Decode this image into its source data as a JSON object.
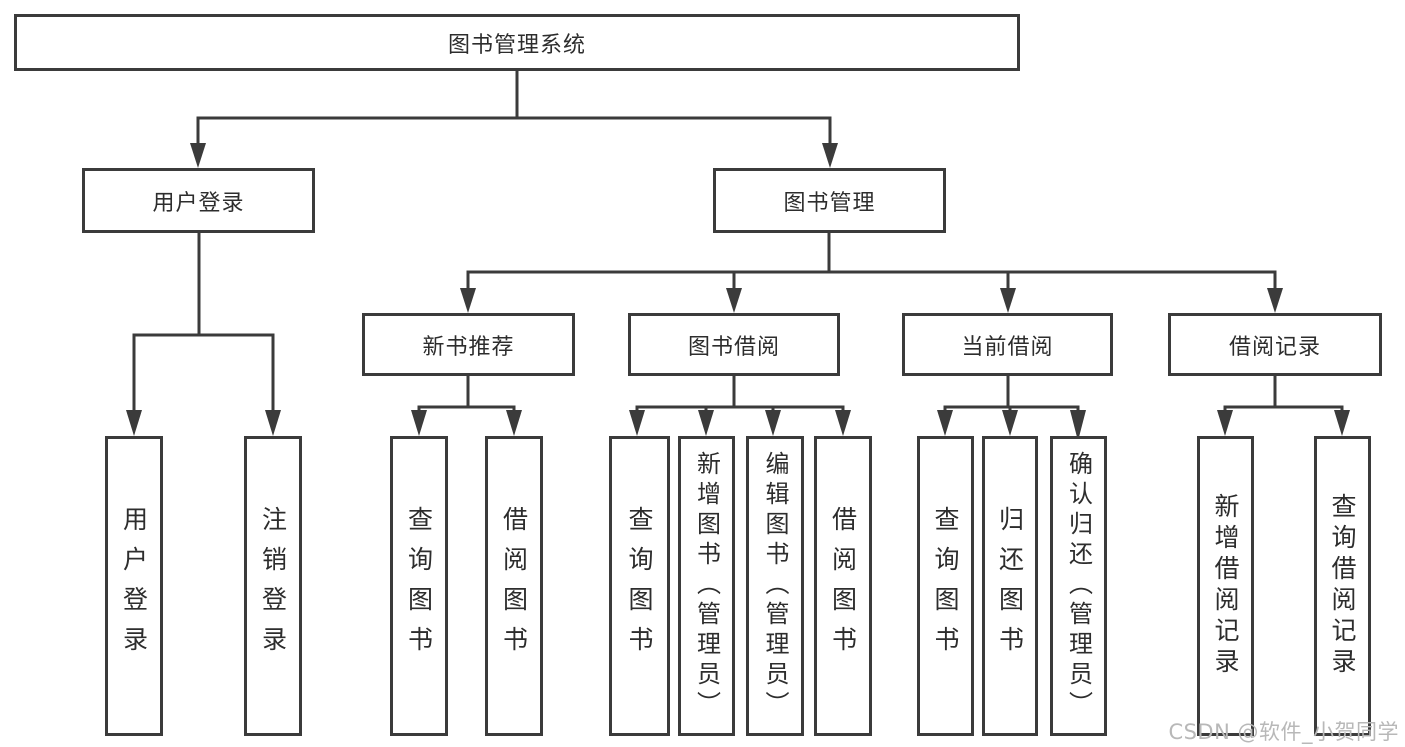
{
  "tree": {
    "root": "图书管理系统",
    "branches": [
      {
        "label": "用户登录",
        "children": [
          "用户登录",
          "注销登录"
        ]
      },
      {
        "label": "图书管理",
        "groups": [
          {
            "label": "新书推荐",
            "children": [
              "查询图书",
              "借阅图书"
            ]
          },
          {
            "label": "图书借阅",
            "children": [
              "查询图书",
              "新增图书（管理员）",
              "编辑图书（管理员）",
              "借阅图书"
            ]
          },
          {
            "label": "当前借阅",
            "children": [
              "查询图书",
              "归还图书",
              "确认归还（管理员）"
            ]
          },
          {
            "label": "借阅记录",
            "children": [
              "新增借阅记录",
              "查询借阅记录"
            ]
          }
        ]
      }
    ]
  },
  "watermark": "CSDN @软件_小贺同学",
  "colors": {
    "line": "#3b3b3b",
    "text": "#2d2d2d",
    "box_fill": "#ffffff",
    "watermark": "#b8b8b8",
    "background": "#ffffff"
  }
}
